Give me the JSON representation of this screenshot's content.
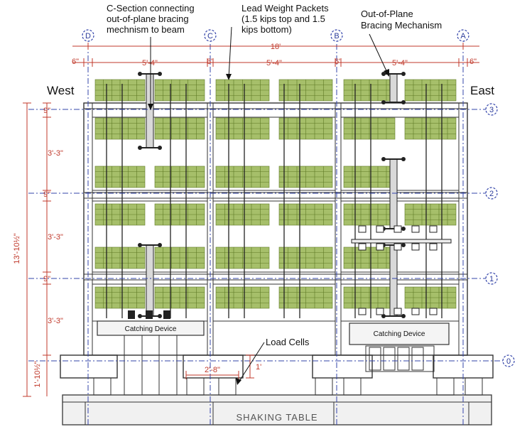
{
  "annotations": {
    "c_section": [
      "C-Section connecting",
      "out-of-plane bracing",
      "mechnism to beam"
    ],
    "lead_weight": [
      "Lead Weight Packets",
      "(1.5 kips top and 1.5",
      "kips bottom)"
    ],
    "bracing": [
      "Out-of-Plane",
      "Bracing Mechanism"
    ],
    "load_cells": "Load Cells"
  },
  "sides": {
    "west": "West",
    "east": "East"
  },
  "column_markers": [
    "D",
    "C",
    "B",
    "A"
  ],
  "level_markers": [
    "3",
    "2",
    "1",
    "0"
  ],
  "dimensions": {
    "overall_width": "18'",
    "bay_width": "5'-4\"",
    "edge_width": "6\"",
    "overall_height": "13'-10½\"",
    "story_height": "3'-3\"",
    "beam_depth": "9\"",
    "base_height": "1'-10½\"",
    "cell_spacing": "2'-8\"",
    "cell_height": "1'"
  },
  "catching_device": "Catching Device",
  "shaking_table": "SHAKING TABLE",
  "colors": {
    "lead": "#a6bf6a",
    "dimension": "#c0392b",
    "grid": "#3344aa"
  }
}
